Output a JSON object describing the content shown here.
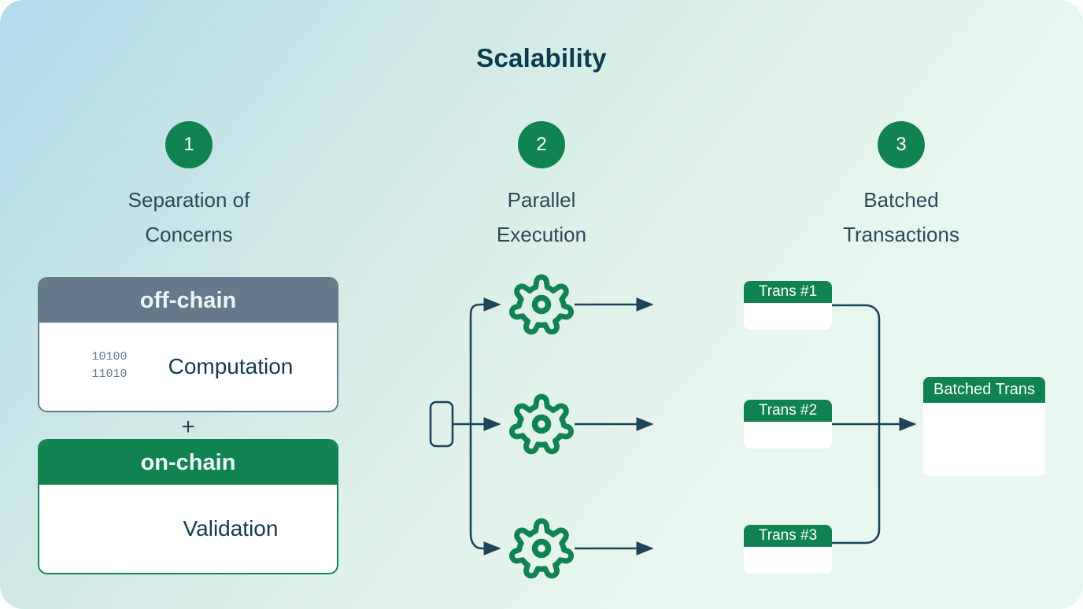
{
  "title": "Scalability",
  "theme": {
    "accent_green": "#108351",
    "slate": "#64798a",
    "navy": "#0d3b4e",
    "text": "#2b4a58",
    "bg_from": "#b4dbeb",
    "bg_to": "#e9f7f1"
  },
  "steps": [
    {
      "number": "1",
      "label": "Separation of\nConcerns"
    },
    {
      "number": "2",
      "label": "Parallel\nExecution"
    },
    {
      "number": "3",
      "label": "Batched\nTransactions"
    }
  ],
  "column1": {
    "offchain": {
      "header": "off-chain",
      "item_label": "Computation",
      "icon": "cpu-chip-icon",
      "chip_bits_top": "10100",
      "chip_bits_bottom": "11010"
    },
    "separator": "+",
    "onchain": {
      "header": "on-chain",
      "item_label": "Validation",
      "icon": "magnifier-check-icon"
    }
  },
  "column2": {
    "source_node": "input-node",
    "branches": [
      {
        "icon": "gear-icon"
      },
      {
        "icon": "gear-icon"
      },
      {
        "icon": "gear-icon"
      }
    ]
  },
  "column3": {
    "transactions": [
      {
        "header": "Trans #1"
      },
      {
        "header": "Trans #2"
      },
      {
        "header": "Trans #3"
      }
    ],
    "batched": {
      "header": "Batched Trans"
    }
  }
}
